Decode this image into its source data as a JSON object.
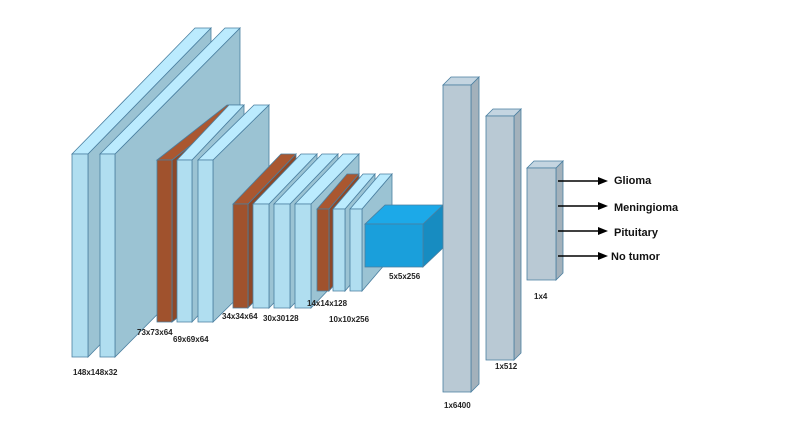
{
  "diagram": {
    "layer_labels": {
      "input": "148x148x32",
      "pool1": "73x73x64",
      "conv2": "69x69x64",
      "pool2": "34x34x64",
      "conv3": "30x30128",
      "pool3": "14x14x128",
      "conv4": "10x10x256",
      "final_pool": "5x5x256",
      "flatten": "1x6400",
      "dense": "1x512",
      "output": "1x4"
    },
    "classes": [
      "Glioma",
      "Meningioma",
      "Pituitary",
      "No tumor"
    ],
    "colors": {
      "conv": "#b0def0",
      "conv_dark": "#9cc9de",
      "pool": "#a0522d",
      "pool_dark": "#7a3a1e",
      "final_pool": "#1a9fdb",
      "dense": "#b9c9d4",
      "dense_dark": "#98a9b5",
      "stroke": "#4a7fa0",
      "arrow": "#000000"
    }
  }
}
